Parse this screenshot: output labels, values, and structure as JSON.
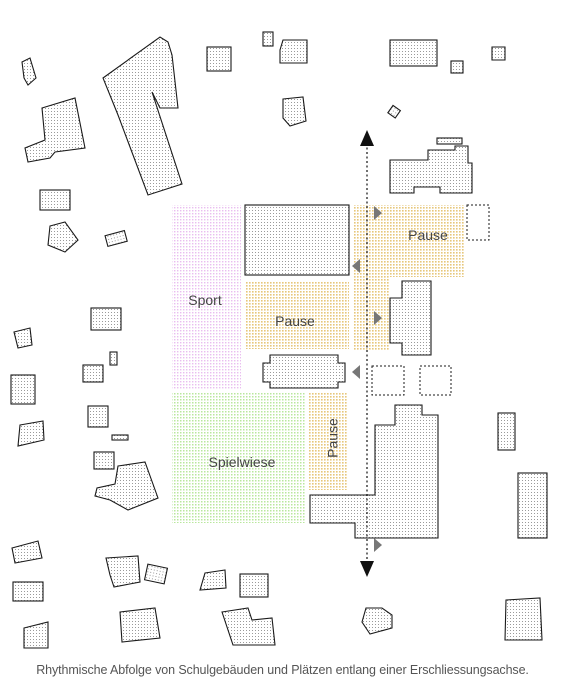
{
  "labels": {
    "sport": "Sport",
    "pause_top": "Pause",
    "pause_mid": "Pause",
    "pause_vertical": "Pause",
    "spielwiese": "Spielwiese"
  },
  "caption": "Rhythmische Abfolge von Schulgebäuden und Plätzen entlang einer Erschliessungsachse.",
  "colors": {
    "sport": "#e9bdf0",
    "pause": "#e7c77a",
    "spielwiese": "#b9e79d",
    "axis": "#111111",
    "marker": "#777777"
  }
}
